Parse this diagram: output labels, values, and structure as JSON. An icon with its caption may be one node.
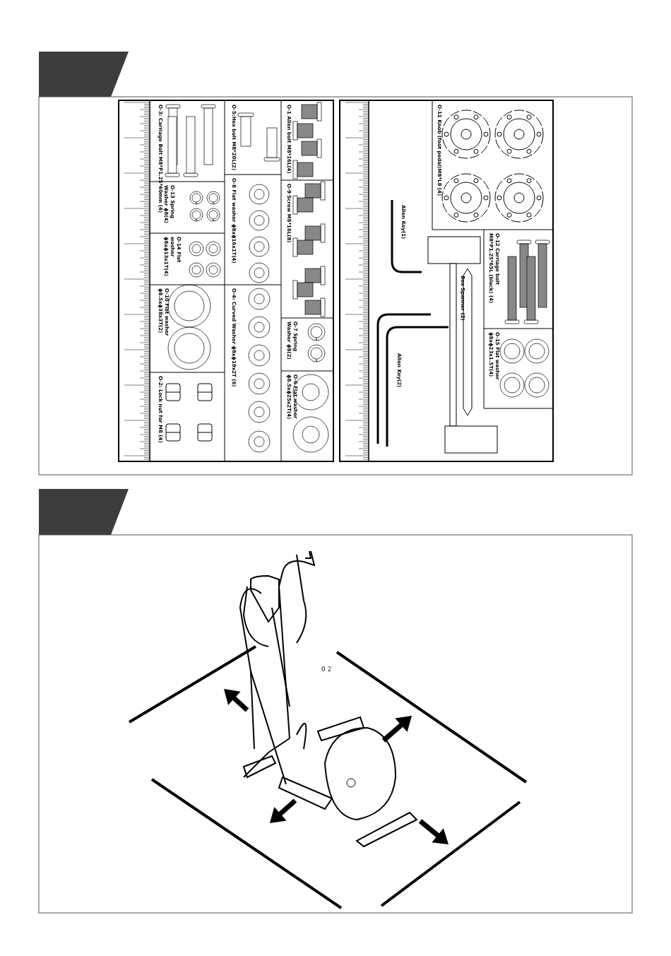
{
  "diagram": {
    "nodes": [
      {
        "text": [],
        "shape": "box"
      },
      {
        "text": [],
        "shape": "box"
      }
    ],
    "labels": [
      "O-3: Carriage Bolt M8*P1.25*40mm (4)",
      "O-13 Spring Washer ɸ8(4)",
      "O-14 Flat washer ɸ8xɸ13x1T(4)",
      "O-10 Flat washer ɸ8.5xɸ38x3T(2)",
      "O-2: Lock nut for M8 (4)",
      "O-5:Hex bolt M8*20L(2)",
      "O-8 Flat washer ɸ8xɸ16x1T(4)",
      "O-4: Curved Washer ɸ8xɸ19x2T (6)",
      "O-1 Allen bolt M8*16L(4)",
      "O-9 Screw M8*16L(8)",
      "O-7 Spring Washer ɸ8(2)",
      "O-6 Flat washer ɸ8.5xɸ25x2T(4)",
      "O-11 Knob (foot pedal)M8*L8 (4)",
      "O-12 Carriage bolt M8*P1.25*65L (black) (4)",
      "O-15 Flat washer ɸ8xɸ23x1.5T(4)",
      "Allen Key(1)",
      "Box Spanner (2)",
      "Allen Key(2)",
      "0 2"
    ]
  }
}
